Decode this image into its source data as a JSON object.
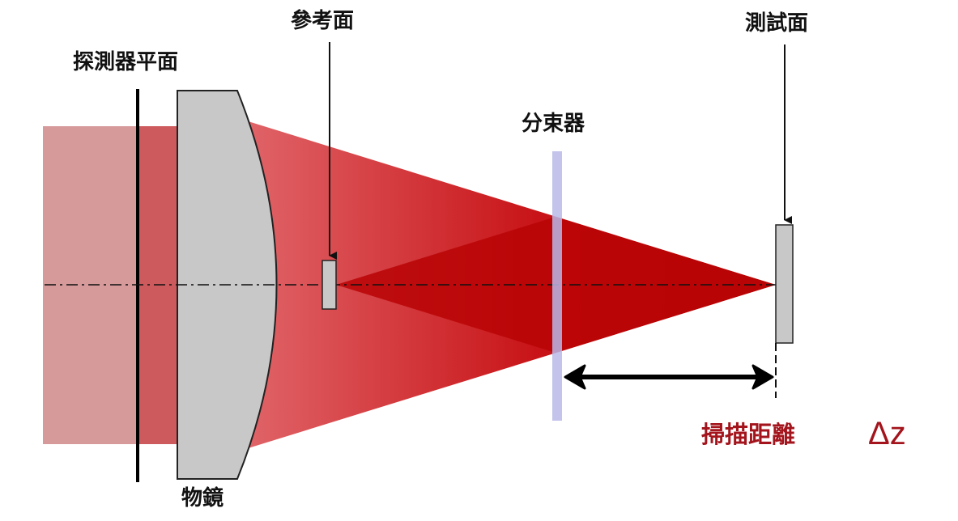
{
  "labels": {
    "detector_plane": "探測器平面",
    "reference_surface": "參考面",
    "test_surface": "測試面",
    "beam_splitter": "分束器",
    "objective": "物鏡",
    "scan_distance": "掃描距離",
    "delta_z": "Δz"
  },
  "colors": {
    "incoming_beam": "#d69a9b",
    "beam_behind_lens": "#cd5a5c",
    "cone_light": "#e06569",
    "cone_dark": "#c00a0c",
    "lens_fill": "#c8c8c8",
    "splitter": "#b8b8e8",
    "accent_text": "#a3141c"
  }
}
